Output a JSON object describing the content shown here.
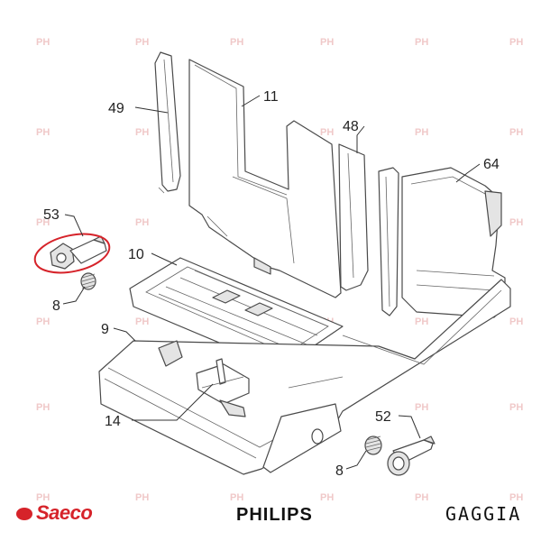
{
  "diagram": {
    "callouts": {
      "p49": "49",
      "p11": "11",
      "p48": "48",
      "p64": "64",
      "p53": "53",
      "p10": "10",
      "p8a": "8",
      "p9": "9",
      "p14": "14",
      "p52": "52",
      "p8b": "8"
    },
    "highlight_color": "#d6232a",
    "watermark_text": "PH"
  },
  "footer": {
    "saeco": "Saeco",
    "philips": "PHILIPS",
    "gaggia": "GAGGIA"
  }
}
